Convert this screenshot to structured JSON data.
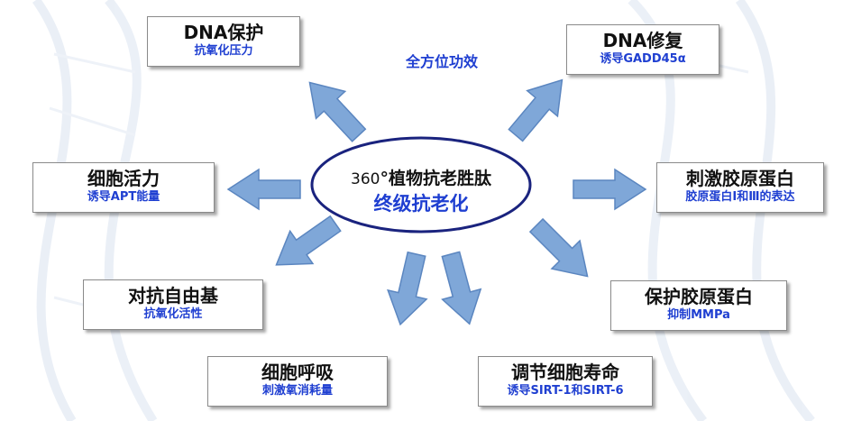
{
  "center": {
    "line1_prefix": "360",
    "line1_degree": "°",
    "line1_text": "植物抗老胜肽",
    "line2": "终级抗老化"
  },
  "top_label": "全方位功效",
  "boxes": {
    "dna_protect": {
      "title": "DNA保护",
      "sub": "抗氧化压力"
    },
    "dna_repair": {
      "title": "DNA修复",
      "sub": "诱导GADD45α"
    },
    "cell_vitality": {
      "title": "细胞活力",
      "sub": "诱导APT能量"
    },
    "collagen_stimulate": {
      "title": "刺激胶原蛋白",
      "sub": "胶原蛋白Ⅰ和Ⅲ的表达"
    },
    "anti_radical": {
      "title": "对抗自由基",
      "sub": "抗氧化活性"
    },
    "collagen_protect": {
      "title": "保护胶原蛋白",
      "sub": "抑制MMPa"
    },
    "cell_respiration": {
      "title": "细胞呼吸",
      "sub": "刺激氧消耗量"
    },
    "cell_lifespan": {
      "title": "调节细胞寿命",
      "sub": "诱导SIRT-1和SIRT-6"
    }
  },
  "colors": {
    "accent_blue": "#1f3fd1",
    "arrow_fill": "#7fa7d8",
    "ellipse_stroke": "#1a237e"
  }
}
